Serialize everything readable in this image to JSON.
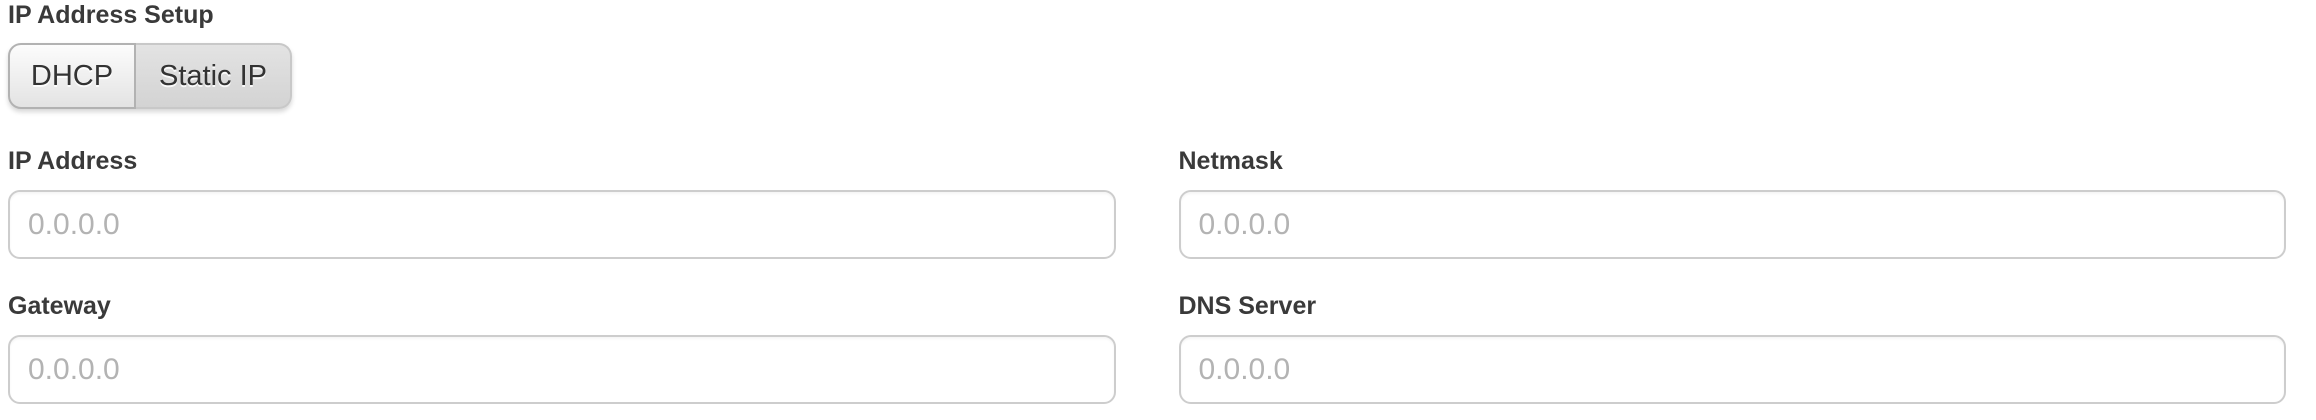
{
  "page": {
    "title": "IP Address Setup"
  },
  "mode_toggle": {
    "selected_label": "Static IP",
    "options": [
      {
        "label": "DHCP",
        "selected": false
      },
      {
        "label": "Static IP",
        "selected": true
      }
    ]
  },
  "form": {
    "fields": [
      {
        "label": "IP Address",
        "placeholder": "0.0.0.0",
        "value": ""
      },
      {
        "label": "Netmask",
        "placeholder": "0.0.0.0",
        "value": ""
      },
      {
        "label": "Gateway",
        "placeholder": "0.0.0.0",
        "value": ""
      },
      {
        "label": "DNS Server",
        "placeholder": "0.0.0.0",
        "value": ""
      }
    ]
  },
  "colors": {
    "label_text": "#3a3a3a",
    "button_text": "#333333",
    "placeholder_text": "#b3b3b3",
    "input_border": "#cdcdcd",
    "segment_active_bg": "#d8d8d8",
    "segment_inactive_bg_top": "#fcfcfc",
    "segment_inactive_bg_bottom": "#e3e3e3",
    "segment_border": "#b2b2b2"
  }
}
